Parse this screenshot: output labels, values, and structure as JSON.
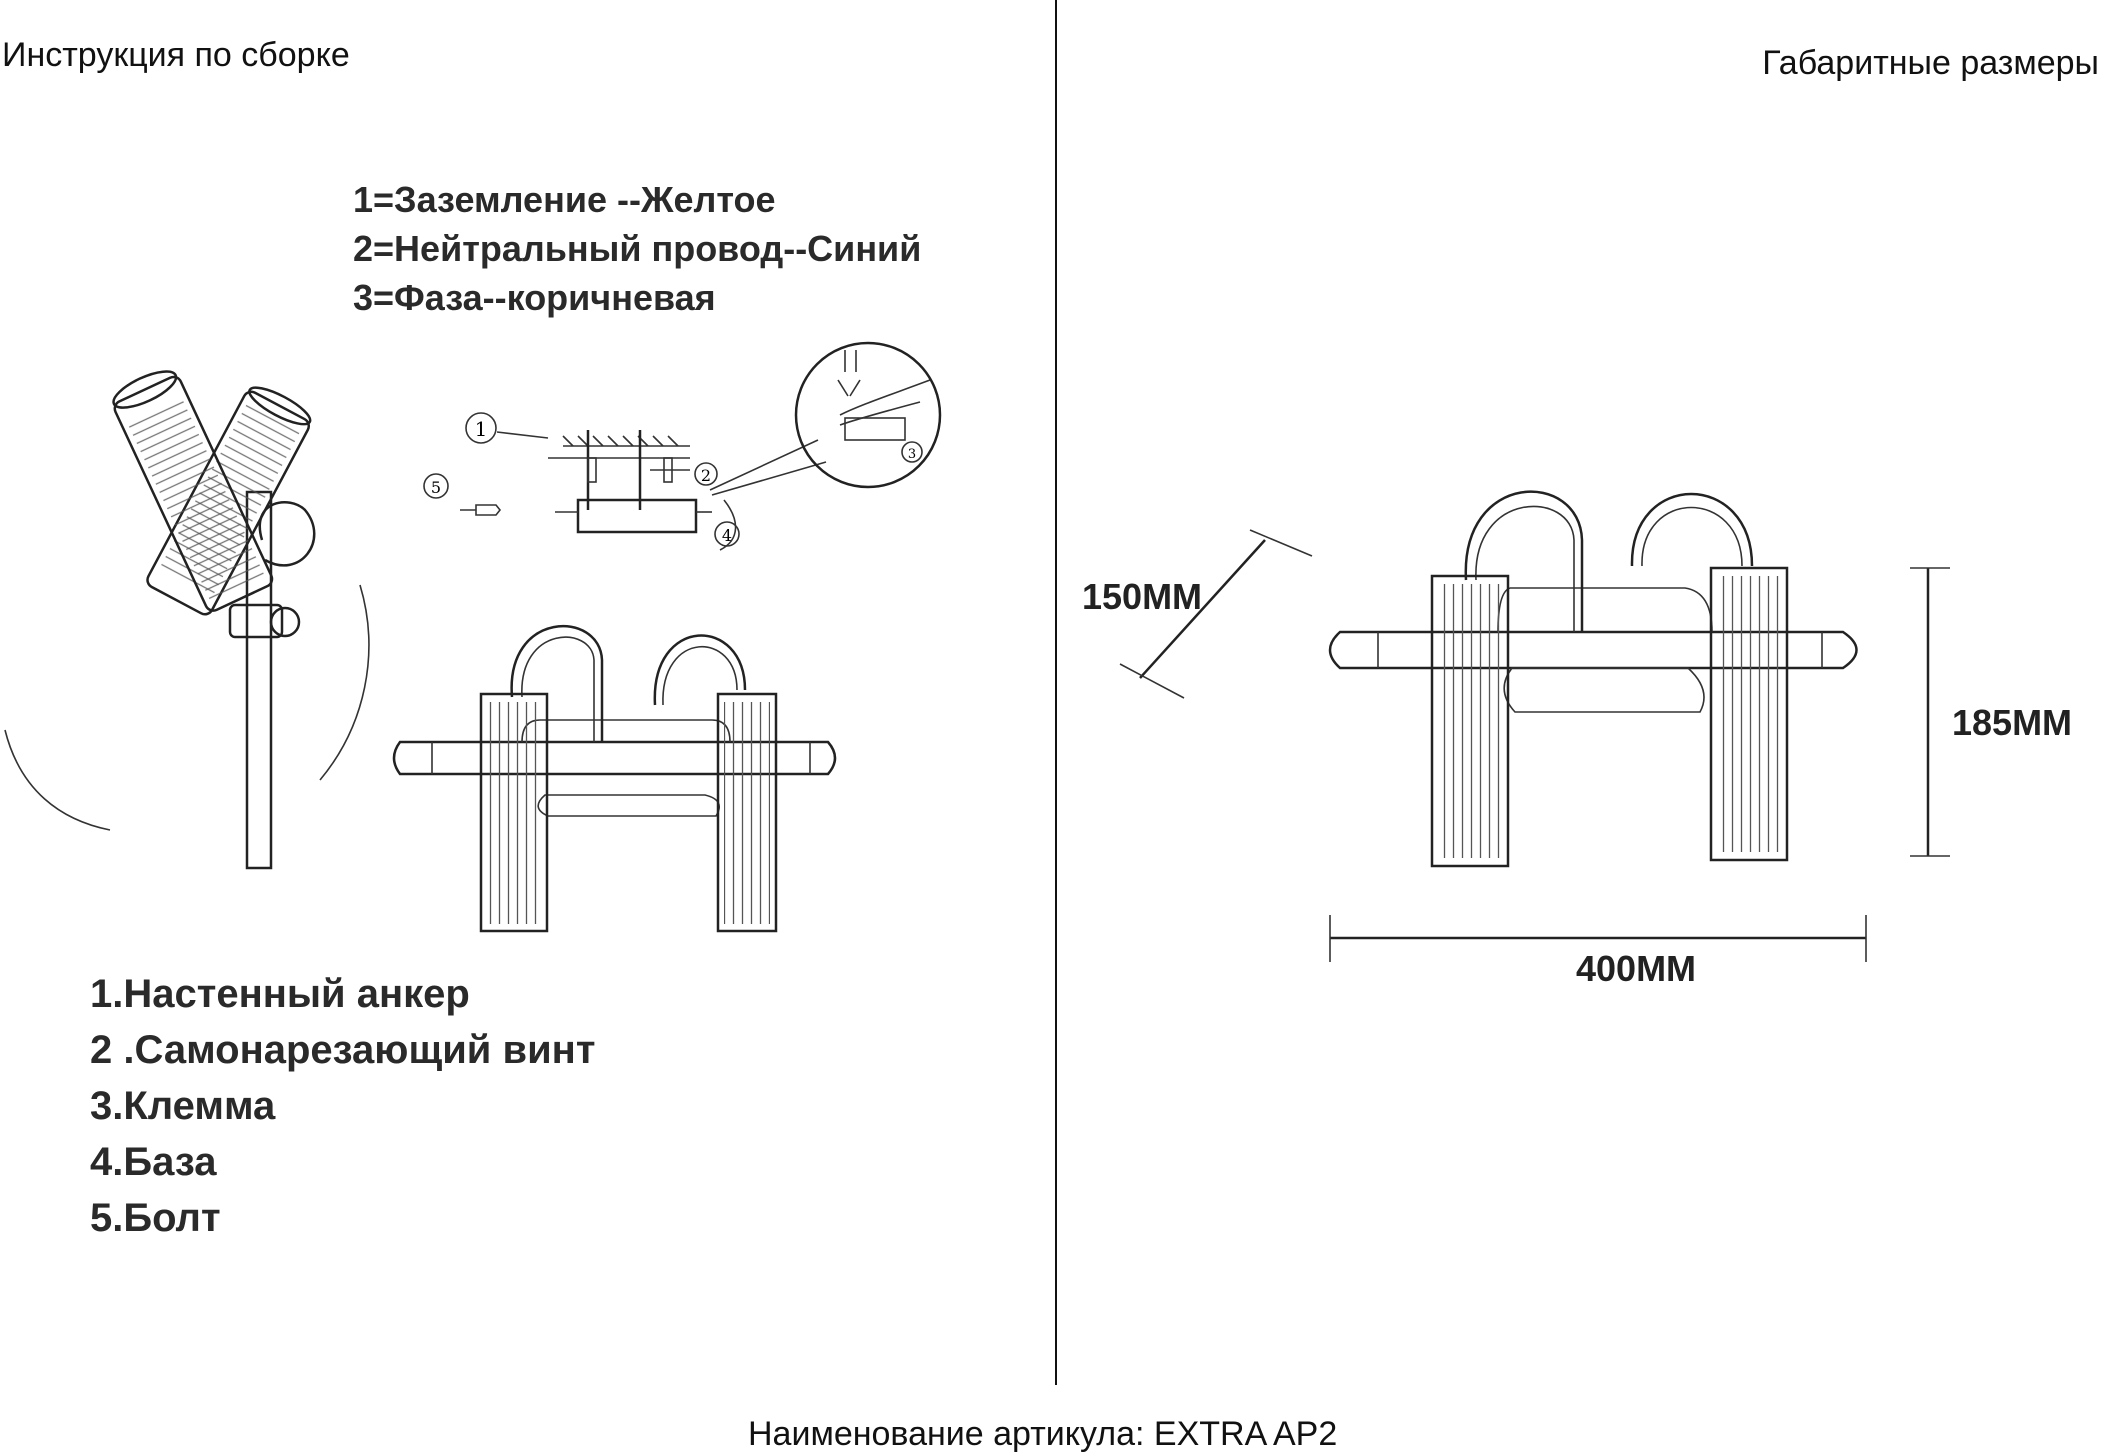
{
  "header": {
    "left_title": "Инструкция по сборке",
    "right_title": "Габаритные размеры"
  },
  "wiring": {
    "lines": [
      "1=Заземление --Желтое",
      "2=Нейтральный провод--Синий",
      "3=Фаза--коричневая"
    ]
  },
  "diagram_markers": [
    "1",
    "2",
    "3",
    "4",
    "5"
  ],
  "parts": {
    "items": [
      "1.Настенный анкер",
      "2 .Самонарезающий винт",
      "3.Клемма",
      "4.База",
      "5.Болт"
    ]
  },
  "dimensions": {
    "depth": "150MM",
    "height": "185MM",
    "width": "400MM"
  },
  "footer": {
    "article_name": "Наименование артикула: EXTRA AP2"
  }
}
